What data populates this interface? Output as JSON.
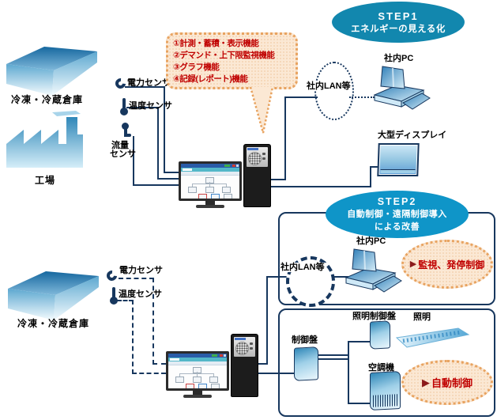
{
  "step1_badge": {
    "title": "STEP1",
    "subtitle": "エネルギーの見える化"
  },
  "step2_badge": {
    "title": "STEP2",
    "line1": "自動制御・遠隔制御導入",
    "line2": "による改善"
  },
  "callout": {
    "items": [
      "①計測・蓄積・表示機能",
      "②デマンド・上下限監視機能",
      "③グラフ機能",
      "④記録(レポート)機能"
    ]
  },
  "labels": {
    "warehouse_top": "冷凍・冷蔵倉庫",
    "factory": "工場",
    "power_sensor_top": "電力センサ",
    "temp_sensor_top": "温度センサ",
    "flow_sensor_line1": "流量",
    "flow_sensor_line2": "センサ",
    "lan_top": "社内LAN等",
    "pc_top": "社内PC",
    "large_display": "大型ディスプレイ",
    "warehouse_bottom": "冷凍・冷蔵倉庫",
    "power_sensor_bottom": "電力センサ",
    "temp_sensor_bottom": "温度センサ",
    "lan_bottom": "社内LAN等",
    "pc_bottom": "社内PC",
    "control_panel": "制御盤",
    "lighting_control_panel": "照明制御盤",
    "lighting": "照明",
    "air_conditioner": "空調機"
  },
  "badges": {
    "arrow": "▶",
    "monitoring_control": "監視、発停制御",
    "auto_control": "自動制御"
  },
  "colors": {
    "line_navy": "#17375E",
    "step1_fill": "#1287AE",
    "step2_fill": "#0F95C8",
    "callout_fill": "#FBE8D4",
    "callout_border": "#E8A360",
    "badge_text_red": "#C00000"
  }
}
